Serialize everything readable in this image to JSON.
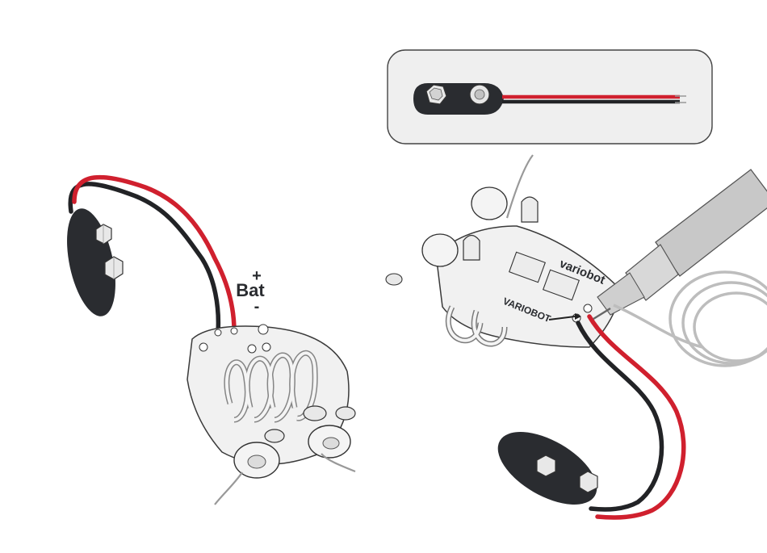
{
  "labels": {
    "plus": "+",
    "bat": "Bat",
    "minus": "-",
    "brand_lower": "variobot",
    "brand_upper": "VARIOBOT"
  },
  "colors": {
    "wire_red": "#d0202e",
    "wire_black": "#222326",
    "battery_clip": "#2a2c30",
    "board": "#f1f1f1",
    "outline": "#3a3a3a",
    "panel_fill": "#efefef",
    "iron": "#c8c8c8"
  },
  "icons": {
    "battery_snap": "battery-snap-connector-icon",
    "soldering_iron": "soldering-iron-icon"
  }
}
